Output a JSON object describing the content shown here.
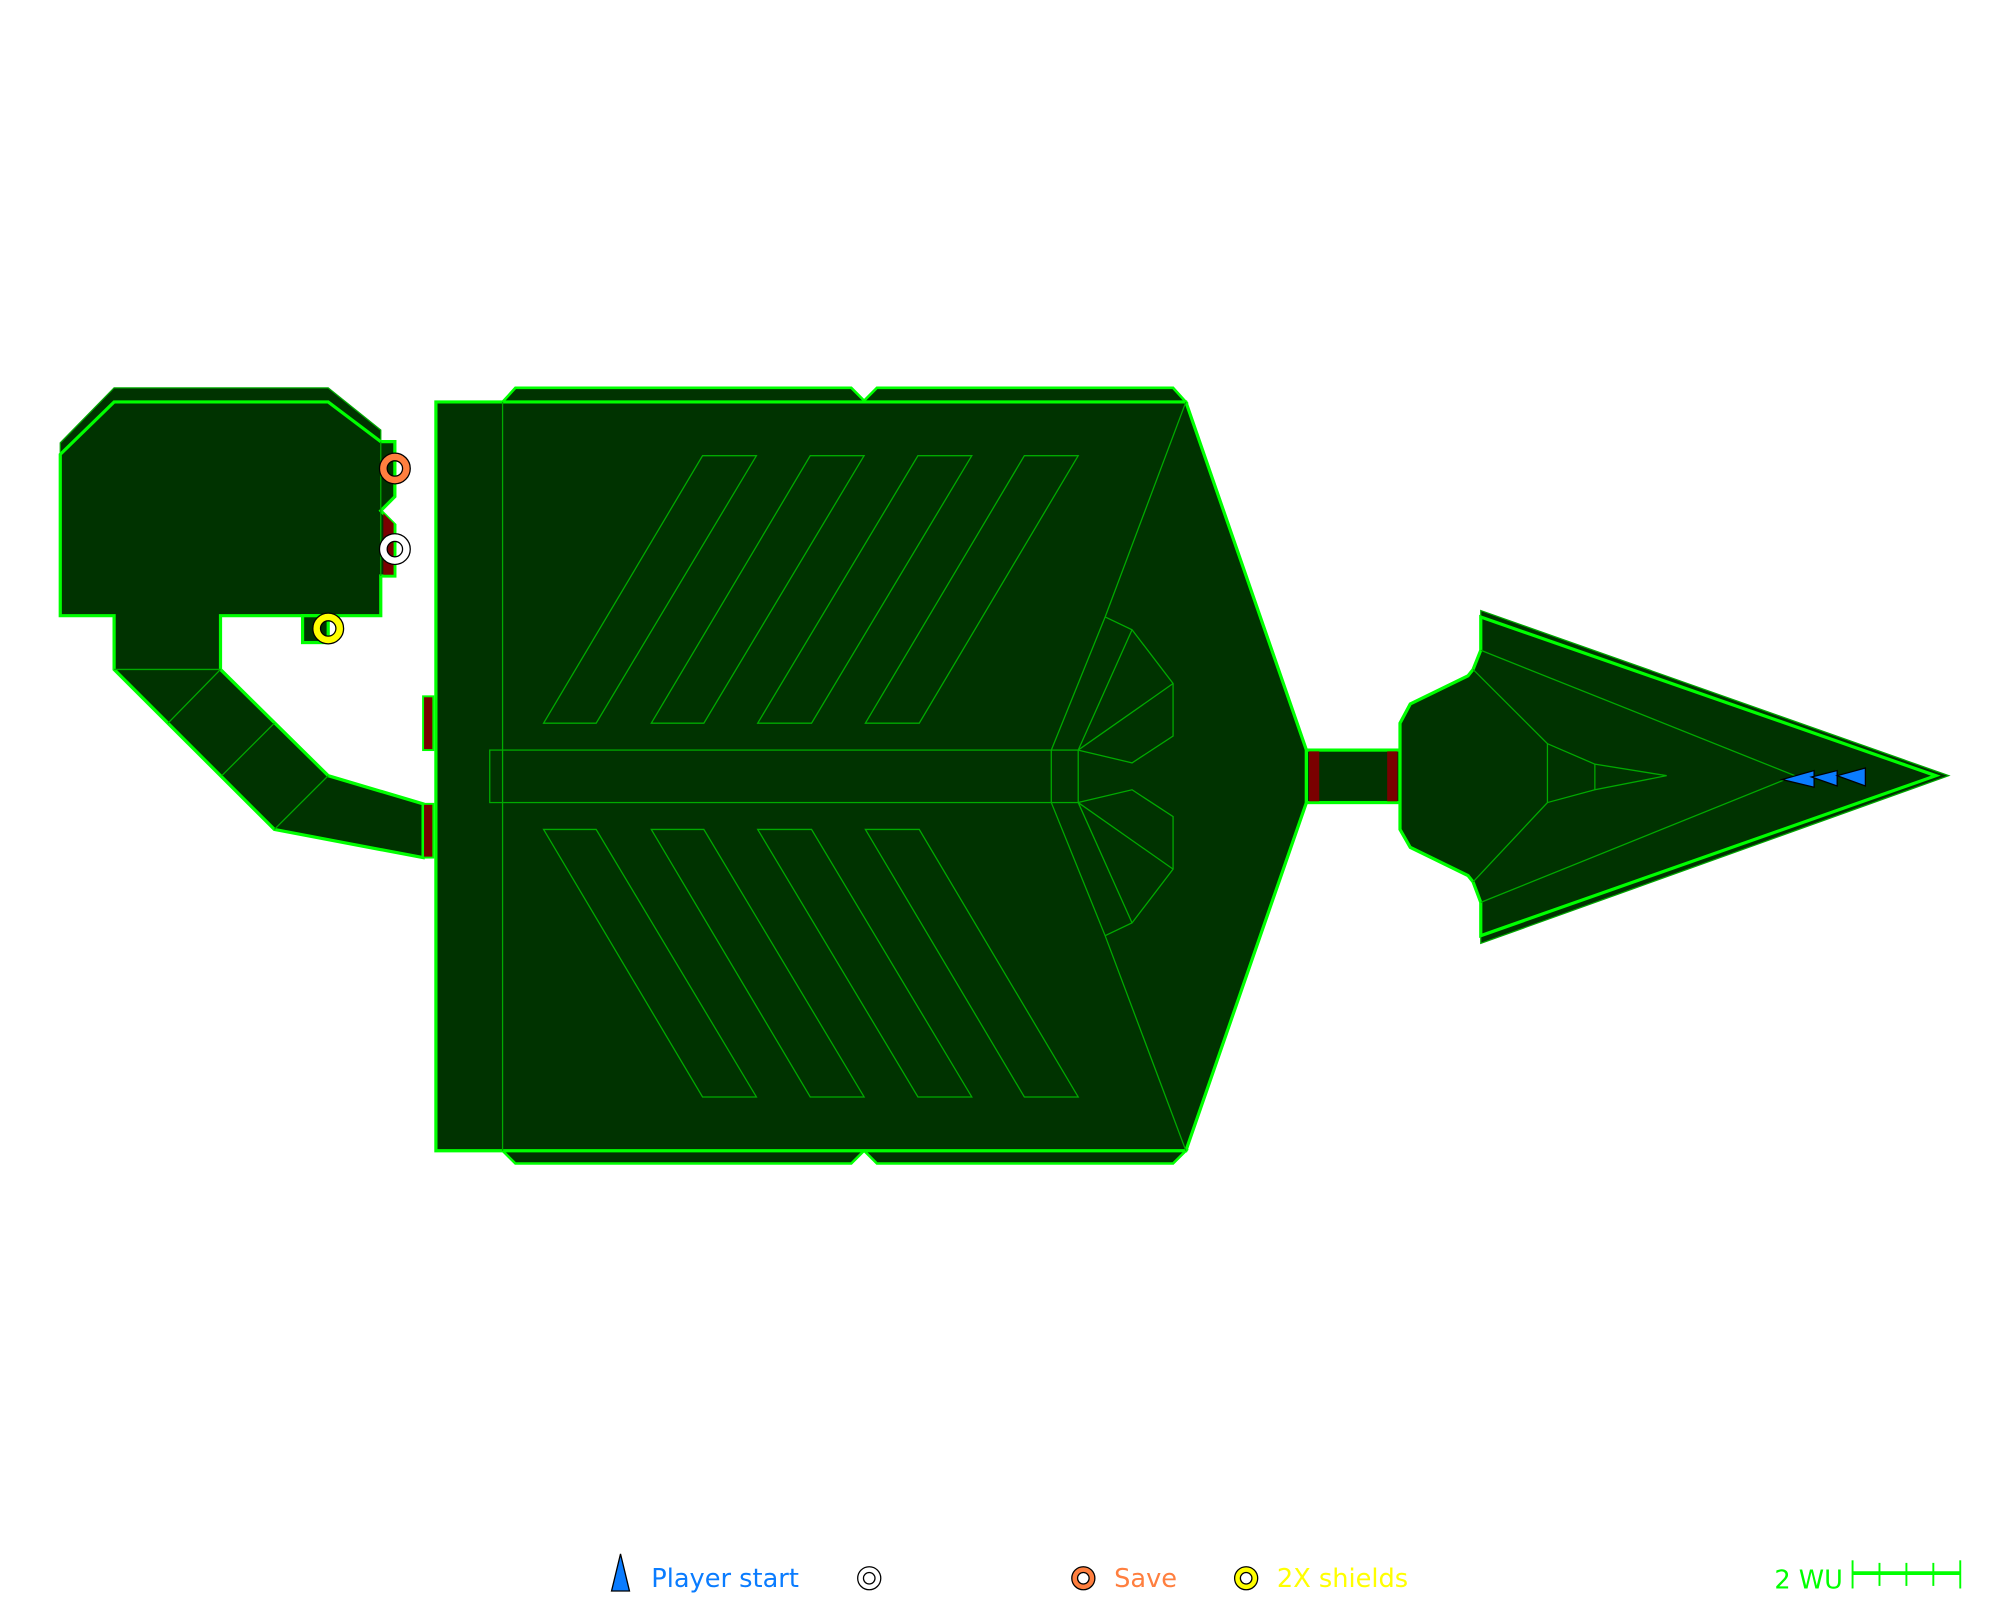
{
  "colors": {
    "floor": "#003300",
    "wall": "#00ff00",
    "detail": "#00aa00",
    "door": "#7a0000",
    "player": "#0a7cff",
    "save": "#ff7f3f",
    "shields": "#ffff00",
    "neutral": "#ffffff"
  },
  "legend": {
    "player_start": "Player start",
    "neutral_pickup": "",
    "save": "Save",
    "shields": "2X shields",
    "scale_label": "2 WU"
  }
}
